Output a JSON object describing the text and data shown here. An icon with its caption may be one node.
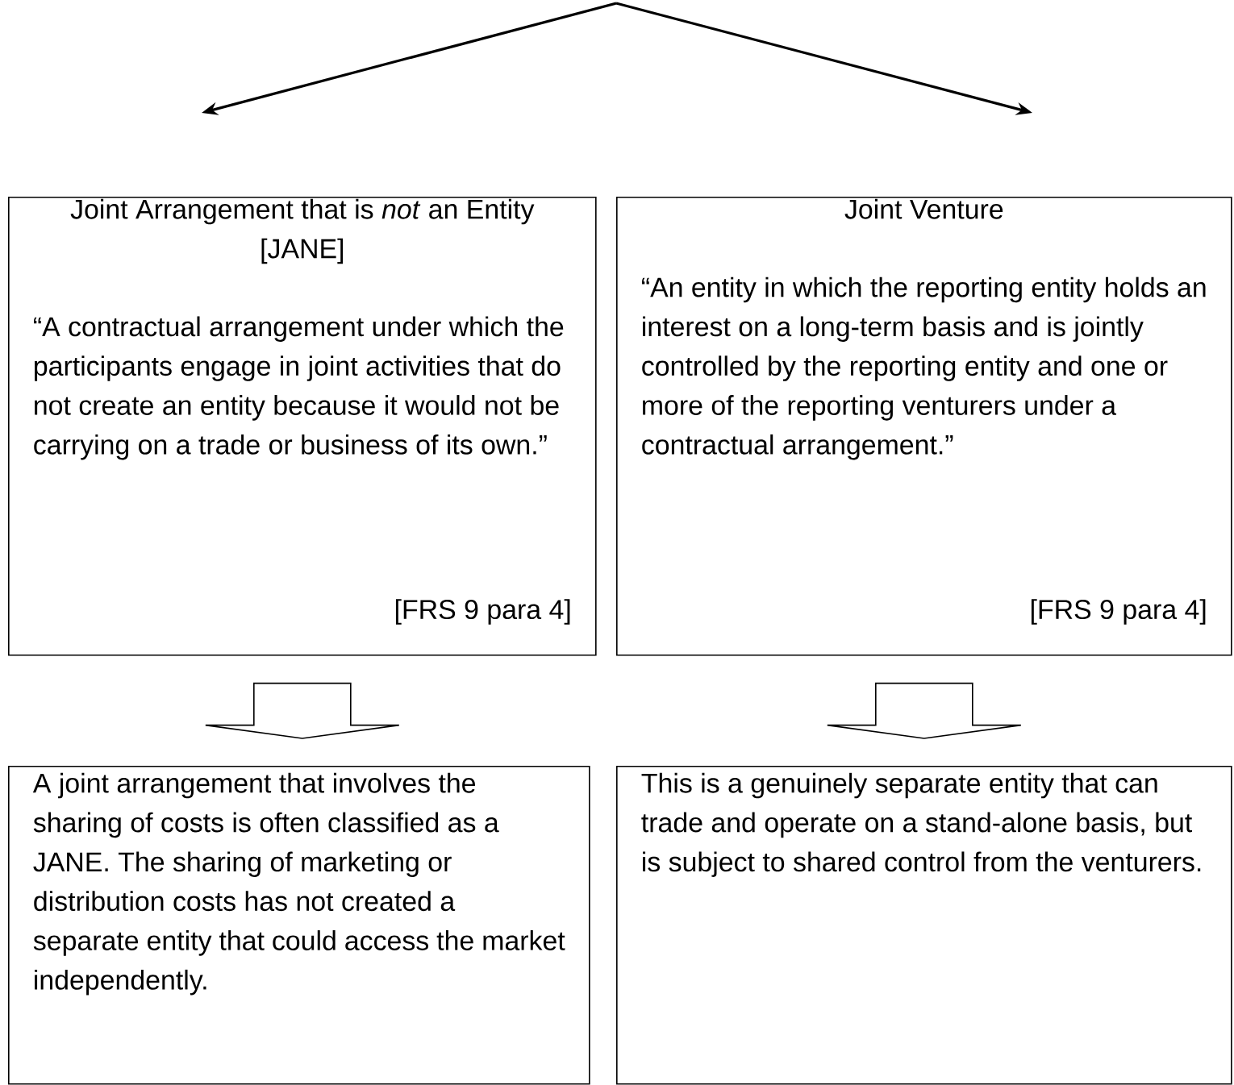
{
  "diagram": {
    "nodes": [
      {
        "text": [
          "Joint Arrangement that is *not* an Entity [JANE]",
          "“A contractual arrangement under which the participants engage in joint activities that do not create an entity because it would not be carrying on a trade or business of its own.”",
          "[FRS 9 para 4]"
        ]
      },
      {
        "text": [
          "Joint Venture",
          "“An entity in which the reporting entity holds an interest on a long-term basis and is jointly controlled by the reporting entity and one or more of the reporting venturers under a contractual arrangement.”",
          "[FRS 9 para 4]"
        ]
      },
      {
        "text": [
          "A joint arrangement that involves the sharing of costs is often classified as a JANE. The sharing of marketing or distribution costs has not created a separate entity that could access the market independently."
        ]
      },
      {
        "text": [
          "This is a genuinely separate entity that can trade and operate on a stand-alone basis, but is subject to shared control from the venturers."
        ]
      }
    ],
    "edges": [
      {
        "from": null,
        "to": 0,
        "arrow": "to"
      },
      {
        "from": null,
        "to": 1,
        "arrow": "to"
      },
      {
        "from": 0,
        "to": 2,
        "arrow": "to"
      },
      {
        "from": 1,
        "to": 3,
        "arrow": "to"
      }
    ]
  }
}
